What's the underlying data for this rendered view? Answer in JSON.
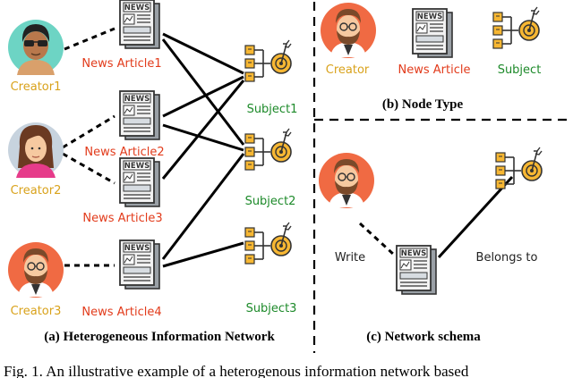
{
  "colors": {
    "creator_label": "#d9a21b",
    "article_label": "#e23b1b",
    "subject_label": "#1d8a2a",
    "avatar_teal": "#6dd4c4",
    "avatar_orange": "#f06a43",
    "avatar_grey": "#c7d3de"
  },
  "panel_a": {
    "caption": "(a) Heterogeneous Information Network",
    "creators": [
      "Creator1",
      "Creator2",
      "Creator3"
    ],
    "articles": [
      "News Article1",
      "News Article2",
      "News Article3",
      "News Article4"
    ],
    "subjects": [
      "Subject1",
      "Subject2",
      "Subject3"
    ]
  },
  "panel_b": {
    "caption": "(b) Node Type",
    "creator": "Creator",
    "article": "News Article",
    "subject": "Subject"
  },
  "panel_c": {
    "caption": "(c) Network schema",
    "write": "Write",
    "belongs": "Belongs to"
  },
  "figure_caption": "Fig. 1.  An illustrative example of a heterogenous information network based",
  "icons": {
    "newspaper_masthead": "NEWS",
    "creator_icon": "person-avatar-icon",
    "article_icon": "newspaper-icon",
    "subject_icon": "target-subject-icon"
  }
}
